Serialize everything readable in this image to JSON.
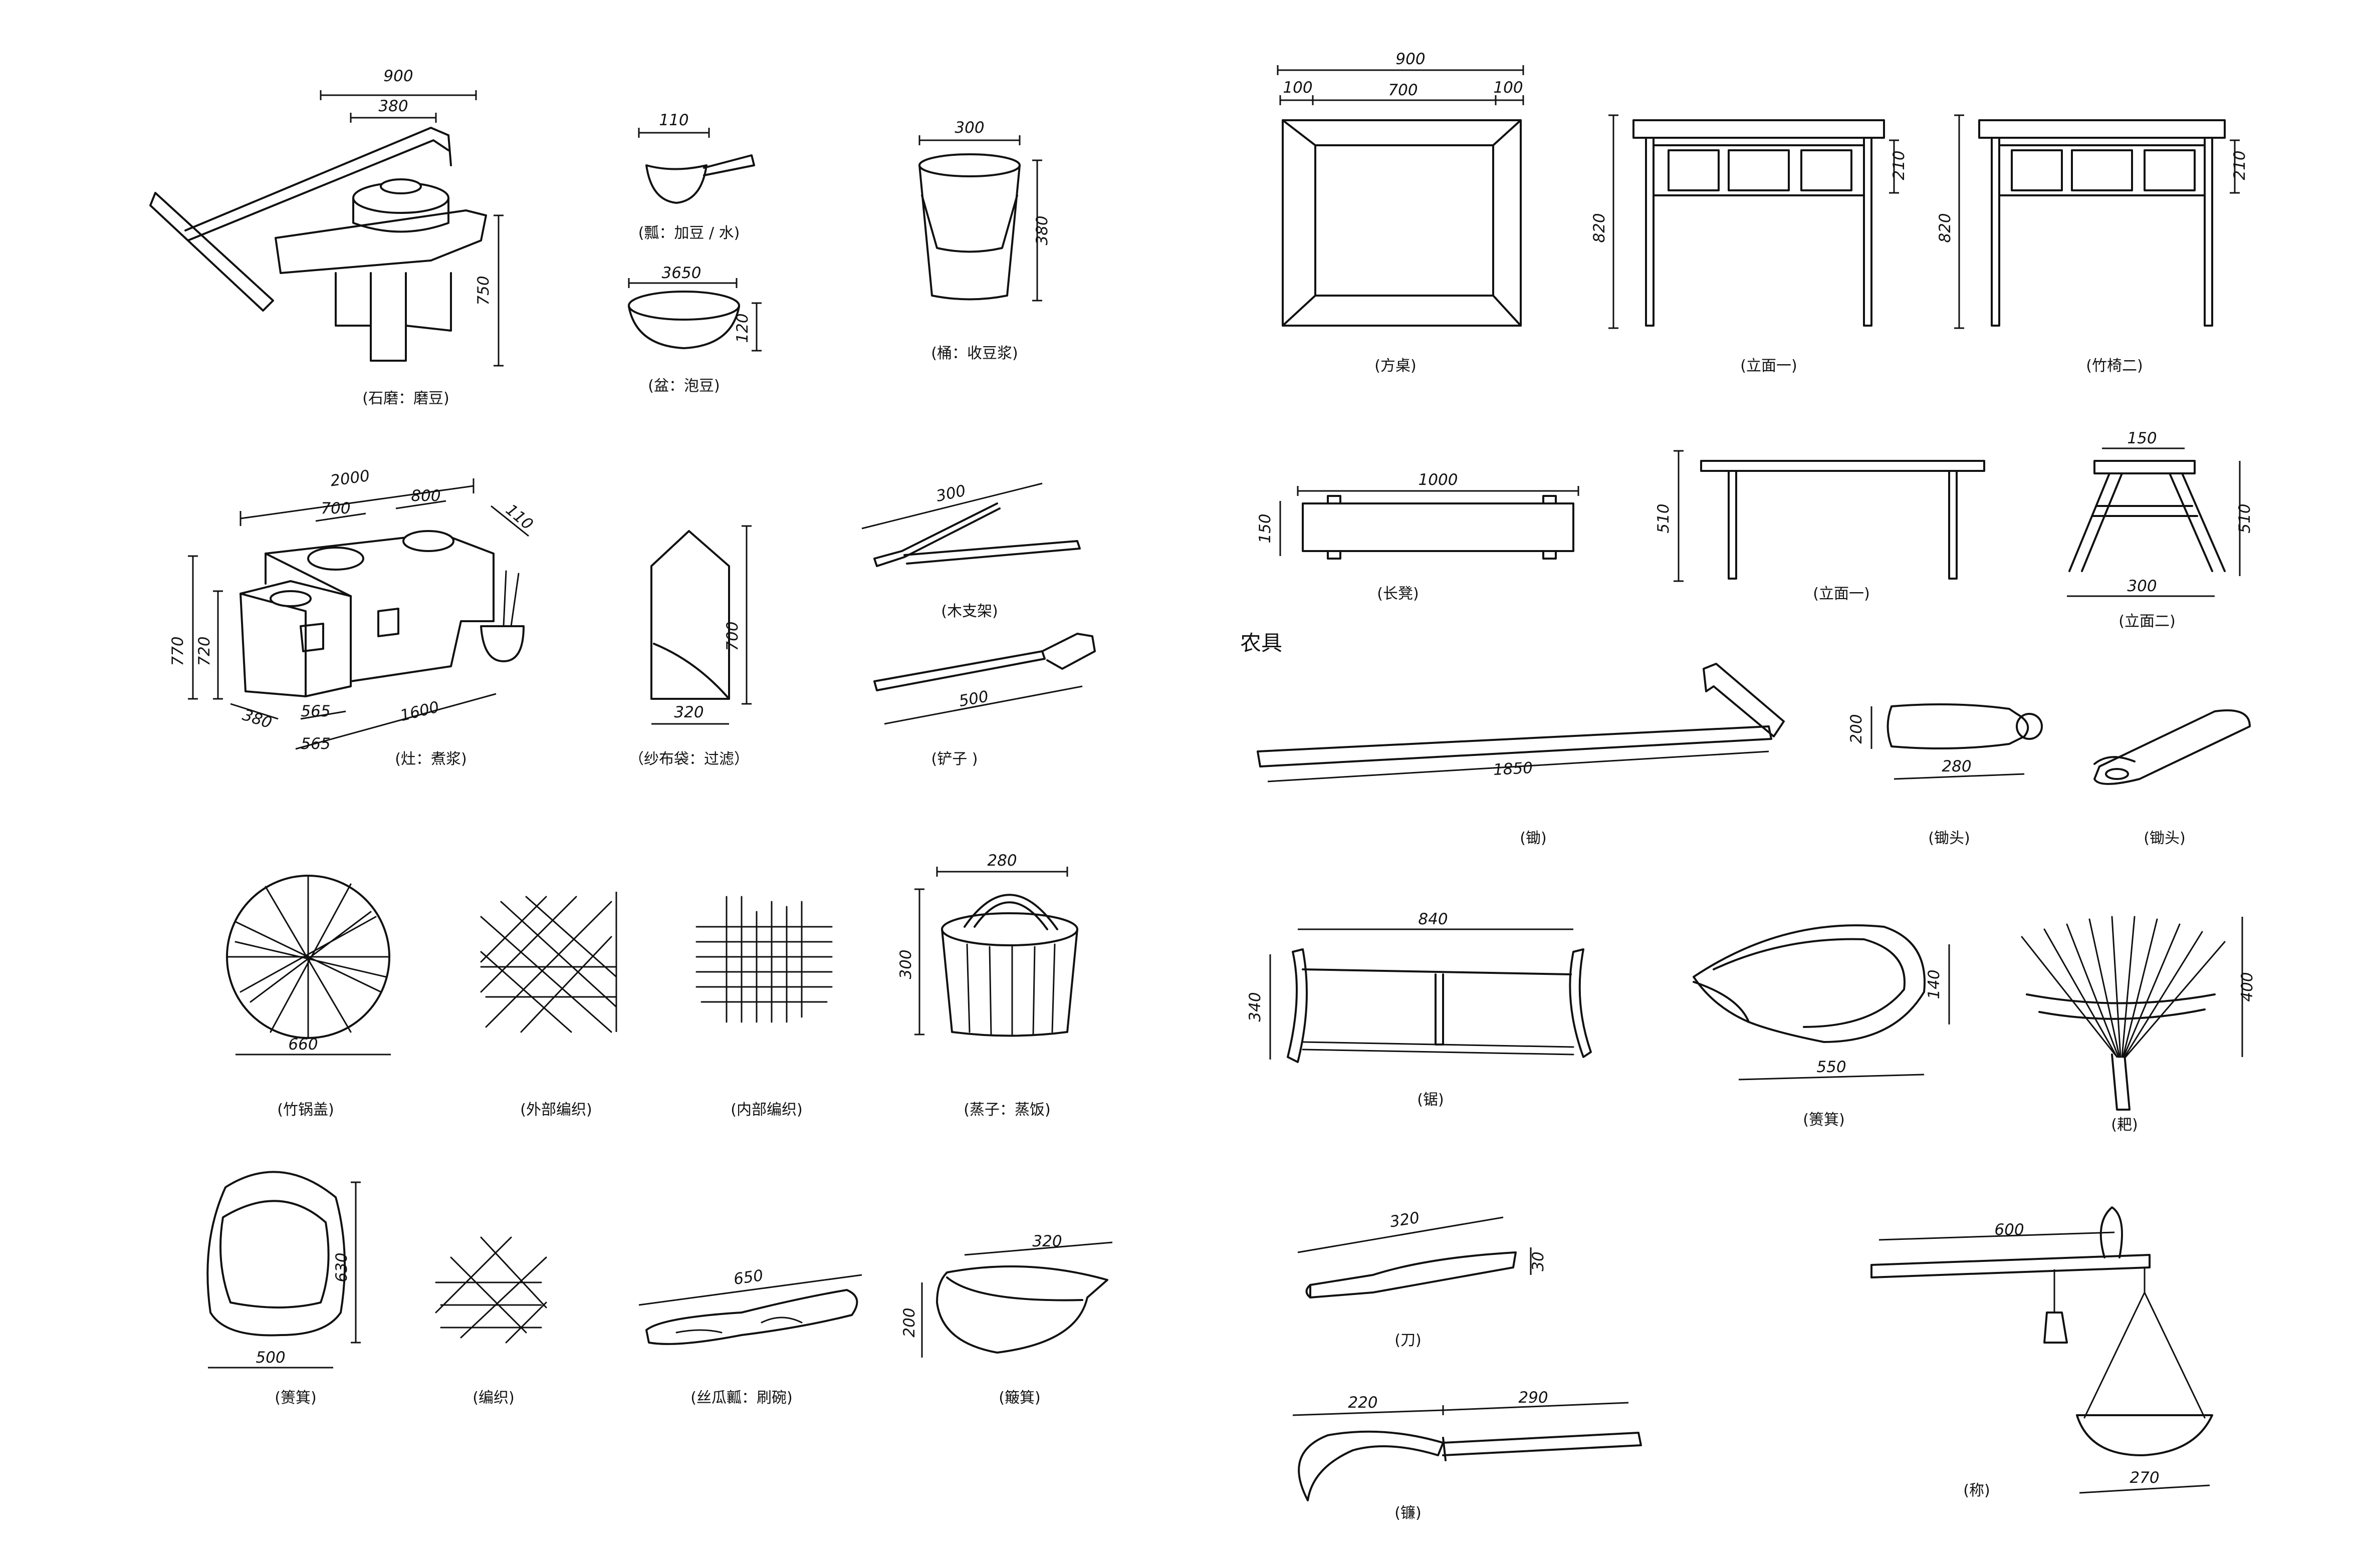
{
  "left_panel": {
    "items": {
      "stone_mill": {
        "caption": "(石磨：磨豆)",
        "dims": [
          "900",
          "380",
          "750"
        ]
      },
      "ladle": {
        "caption": "(瓢：加豆 / 水)",
        "dims": [
          "110"
        ]
      },
      "basin": {
        "caption": "(盆：泡豆)",
        "dims": [
          "3650",
          "120"
        ]
      },
      "bucket": {
        "caption": "(桶：收豆浆)",
        "dims": [
          "300",
          "380"
        ]
      },
      "stove": {
        "caption": "(灶：煮浆)",
        "dims": [
          "2000",
          "700",
          "800",
          "110",
          "770",
          "720",
          "380",
          "565",
          "565",
          "1600"
        ]
      },
      "gauze_bag": {
        "caption": "（纱布袋：过滤）",
        "dims": [
          "700",
          "320"
        ]
      },
      "wood_rack": {
        "caption": "(木支架)",
        "dims": [
          "300"
        ]
      },
      "shovel": {
        "caption": "(铲子 )",
        "dims": [
          "500"
        ]
      },
      "pot_lid": {
        "caption": "(竹锅盖)",
        "dims": [
          "660"
        ]
      },
      "outer_weave": {
        "caption": "(外部编织)"
      },
      "inner_weave": {
        "caption": "(内部编织)"
      },
      "steamer": {
        "caption": "(蒸子：蒸饭)",
        "dims": [
          "280",
          "300"
        ]
      },
      "dustpan_round": {
        "caption": "(箦箕)",
        "dims": [
          "630",
          "500"
        ]
      },
      "weave": {
        "caption": "(编织)"
      },
      "loofah": {
        "caption": "(丝瓜瓤：刷碗)",
        "dims": [
          "650"
        ]
      },
      "winnow": {
        "caption": "(簸箕)",
        "dims": [
          "320",
          "200"
        ]
      }
    }
  },
  "right_panel": {
    "section_label": "农具",
    "items": {
      "square_table": {
        "caption": "(方桌)",
        "dims": [
          "900",
          "100",
          "700",
          "100"
        ]
      },
      "elevation1": {
        "caption": "(立面一)",
        "dims": [
          "820",
          "210"
        ]
      },
      "bamboo_chair2": {
        "caption": "(竹椅二)",
        "dims": [
          "820",
          "210"
        ]
      },
      "long_bench": {
        "caption": "(长凳)",
        "dims": [
          "1000",
          "150"
        ]
      },
      "bench_elev1": {
        "caption": "(立面一)",
        "dims": [
          "510"
        ]
      },
      "bench_elev2": {
        "caption": "(立面二)",
        "dims": [
          "150",
          "510",
          "300"
        ]
      },
      "hoe": {
        "caption": "(锄)",
        "dims": [
          "1850"
        ]
      },
      "hoe_head1": {
        "caption": "(锄头)",
        "dims": [
          "200",
          "280"
        ]
      },
      "hoe_head2": {
        "caption": "(锄头)"
      },
      "saw": {
        "caption": "(锯)",
        "dims": [
          "840",
          "340"
        ]
      },
      "dustpan": {
        "caption": "(箦箕)",
        "dims": [
          "140",
          "550"
        ]
      },
      "rake": {
        "caption": "(耙)",
        "dims": [
          "400"
        ]
      },
      "knife": {
        "caption": "(刀)",
        "dims": [
          "320",
          "30"
        ]
      },
      "steelyard": {
        "caption": "(称)",
        "dims": [
          "600",
          "270"
        ]
      },
      "sickle": {
        "caption": "(镰)",
        "dims": [
          "220",
          "290"
        ]
      }
    }
  }
}
